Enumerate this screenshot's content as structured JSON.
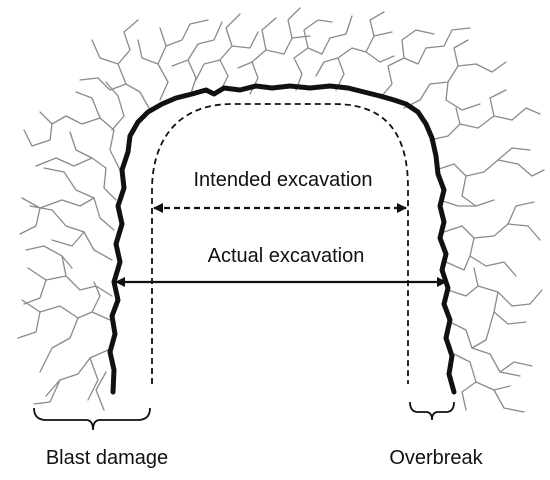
{
  "labels": {
    "intended": "Intended excavation",
    "actual": "Actual excavation",
    "blast_damage": "Blast damage",
    "overbreak": "Overbreak"
  },
  "colors": {
    "outline": "#111111",
    "cracks": "#8a8a8a",
    "background": "#ffffff"
  }
}
